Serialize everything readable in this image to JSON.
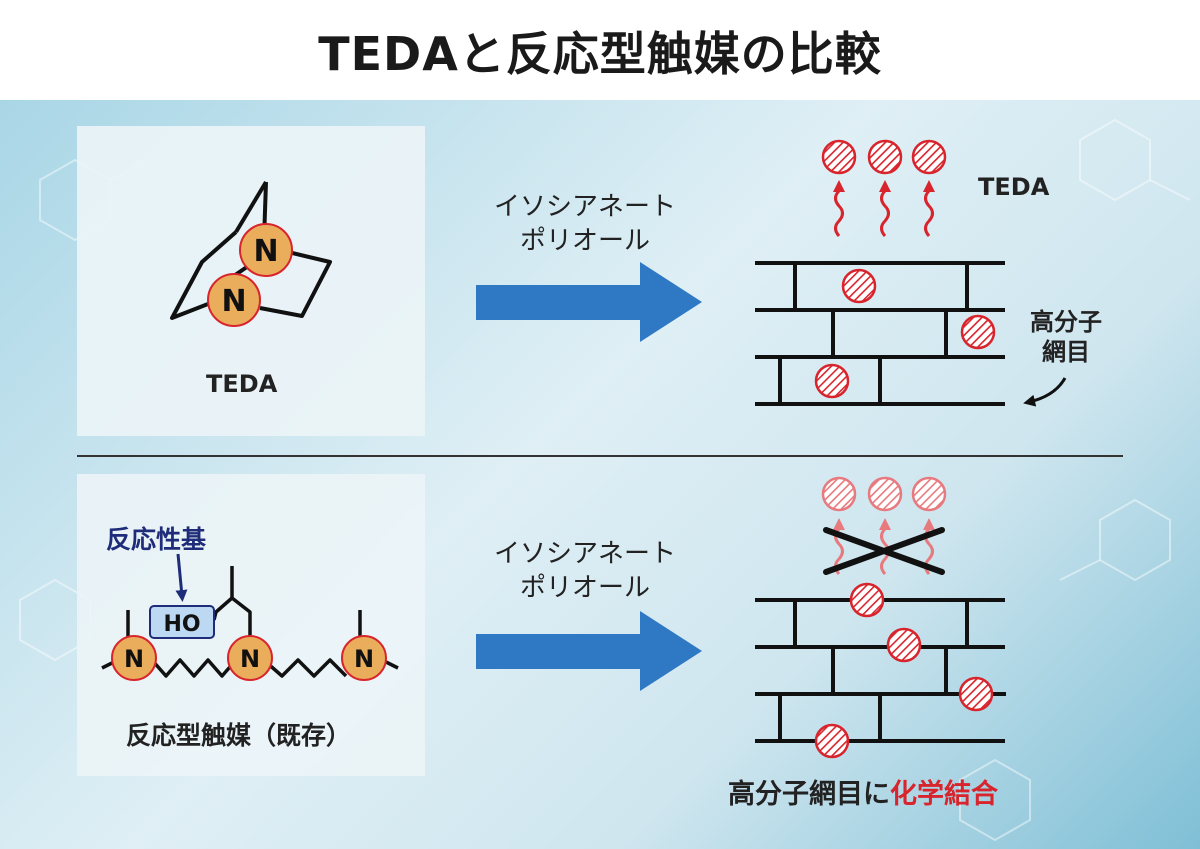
{
  "title": "TEDAと反応型触媒の比較",
  "top": {
    "atom_label": "N",
    "molecule_label": "TEDA",
    "reactants_line1": "イソシアネート",
    "reactants_line2": "ポリオール",
    "released_label": "TEDA",
    "network_label_line1": "高分子",
    "network_label_line2": "網目"
  },
  "bottom": {
    "reactive_group_label": "反応性基",
    "hydroxyl_label": "HO",
    "atom_label": "N",
    "catalyst_label": "反応型触媒（既存）",
    "reactants_line1": "イソシアネート",
    "reactants_line2": "ポリオール",
    "caption_prefix": "高分子網目に",
    "caption_highlight": "化学結合"
  },
  "colors": {
    "arrow_blue": "#2f78c4",
    "catalyst_red": "#d8242c",
    "atom_orange": "#e9ad5b",
    "reactive_label_navy": "#1e2c7a",
    "hydroxyl_box": "#bcd8f2"
  }
}
